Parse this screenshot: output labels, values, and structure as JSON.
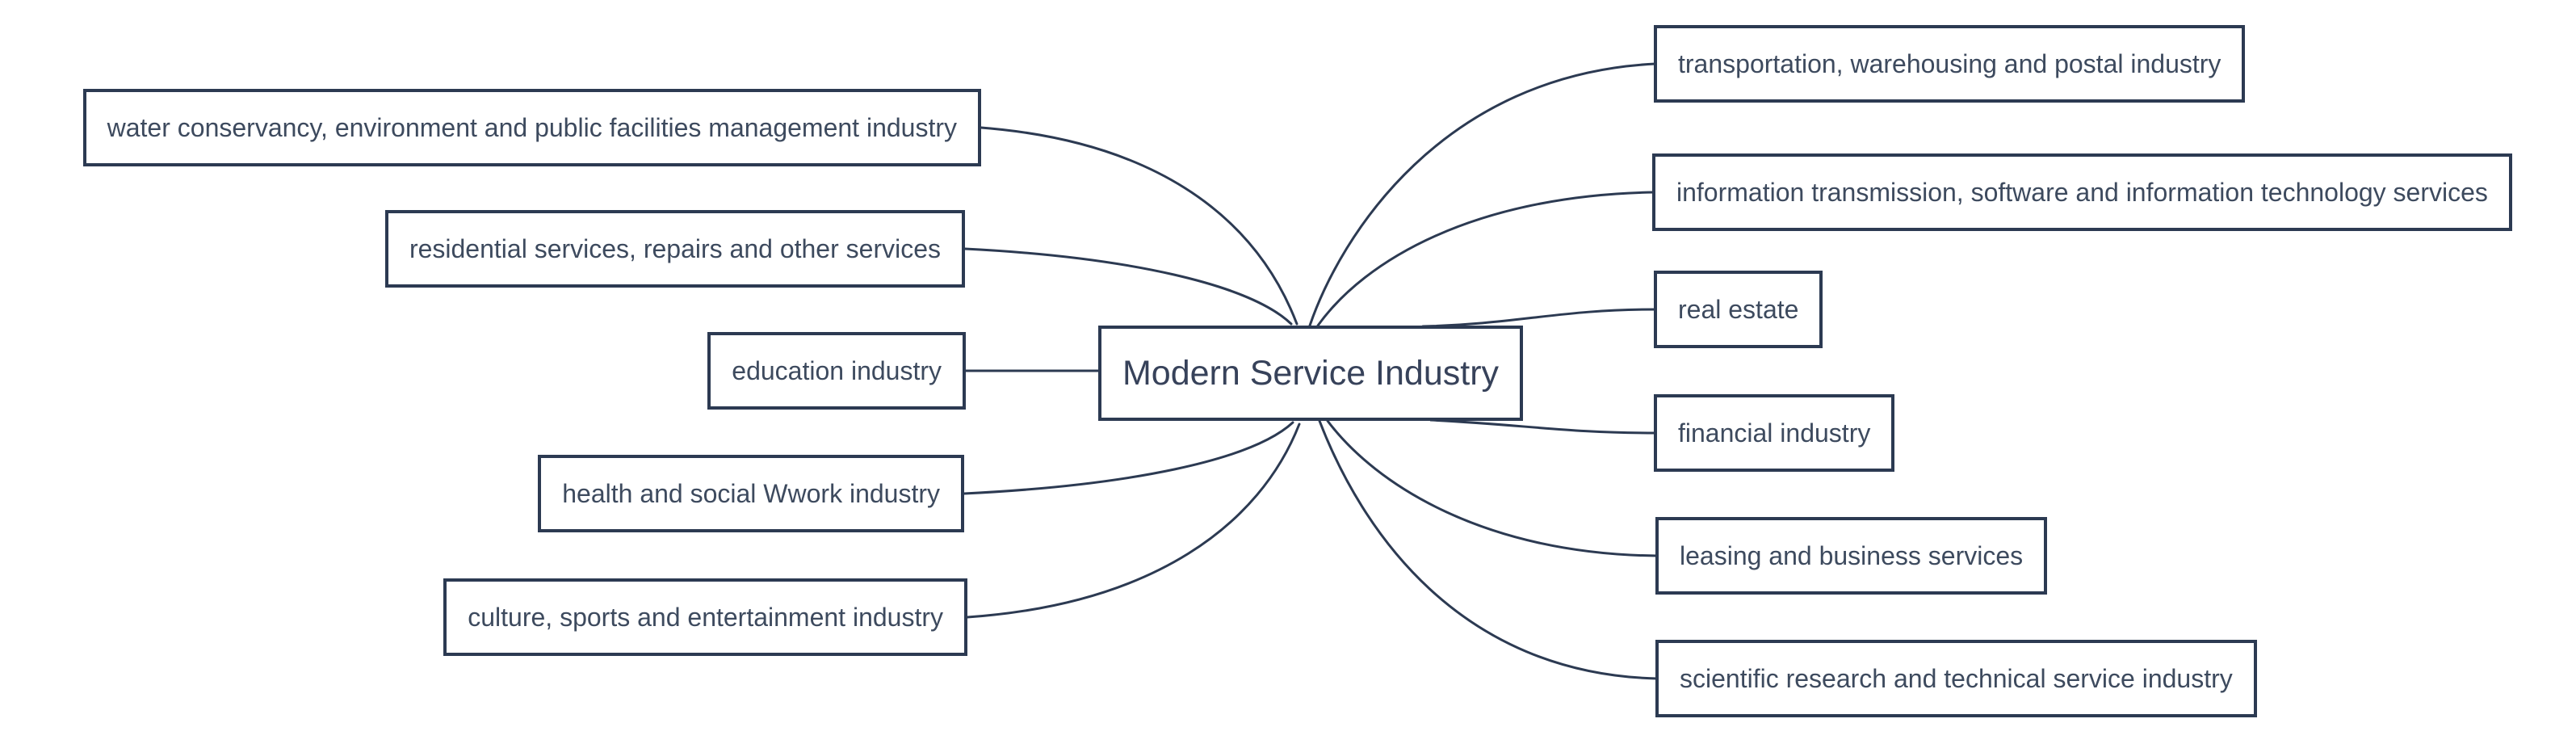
{
  "diagram": {
    "type": "mindmap",
    "center": {
      "label": "Modern Service Industry"
    },
    "left_branches": [
      {
        "label": "water conservancy, environment and public facilities management industry"
      },
      {
        "label": "residential services, repairs and other services"
      },
      {
        "label": "education industry"
      },
      {
        "label": "health and social Wwork industry"
      },
      {
        "label": "culture, sports and entertainment industry"
      }
    ],
    "right_branches": [
      {
        "label": "transportation, warehousing and postal industry"
      },
      {
        "label": "information transmission, software and information technology services"
      },
      {
        "label": "real estate"
      },
      {
        "label": "financial industry"
      },
      {
        "label": "leasing and business services"
      },
      {
        "label": "scientific research and technical service industry"
      }
    ],
    "colors": {
      "line": "#2c3a52",
      "node_border": "#2c3a52",
      "node_text": "#3d4a5e",
      "background": "#ffffff"
    }
  }
}
